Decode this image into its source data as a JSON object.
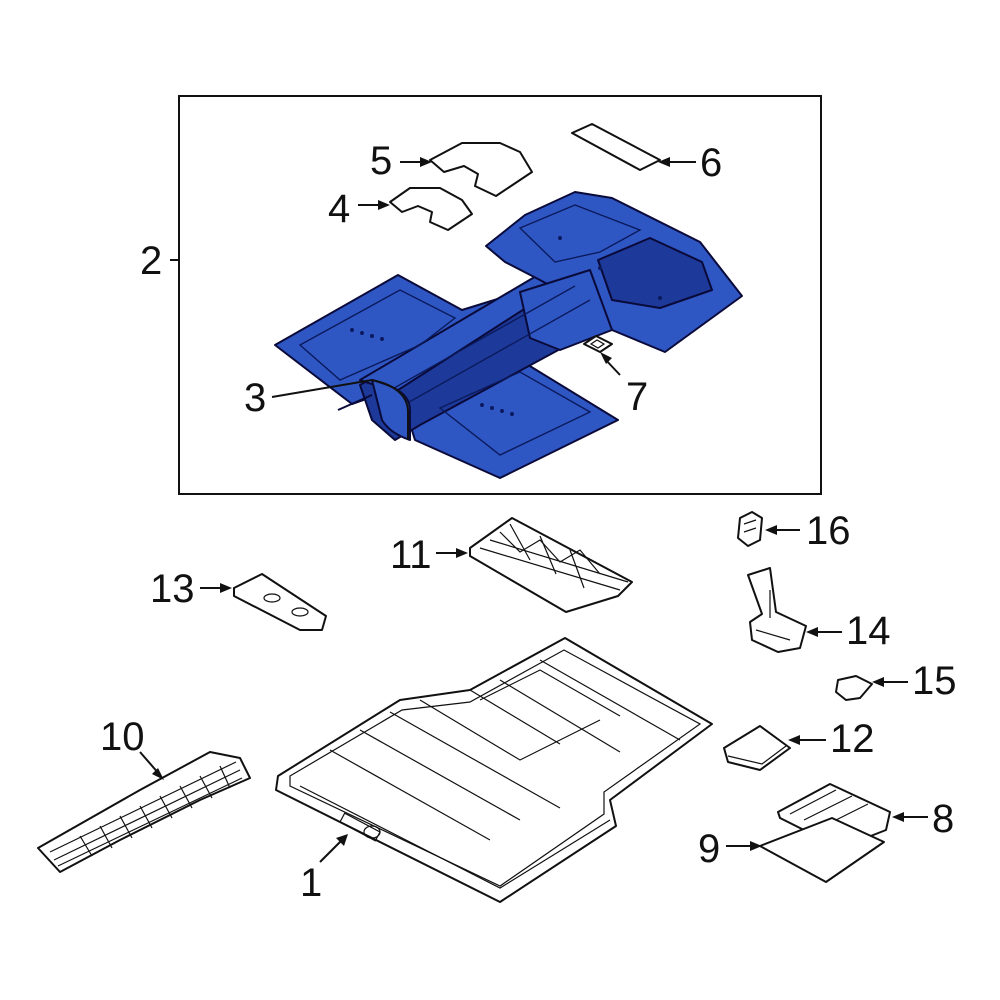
{
  "diagram": {
    "highlight_color": "#2f57c4",
    "highlight_dark": "#1d3a9a",
    "line_color": "#111111",
    "labels": {
      "l1": "1",
      "l2": "2",
      "l3": "3",
      "l4": "4",
      "l5": "5",
      "l6": "6",
      "l7": "7",
      "l8": "8",
      "l9": "9",
      "l10": "10",
      "l11": "11",
      "l12": "12",
      "l13": "13",
      "l14": "14",
      "l15": "15",
      "l16": "16"
    }
  }
}
